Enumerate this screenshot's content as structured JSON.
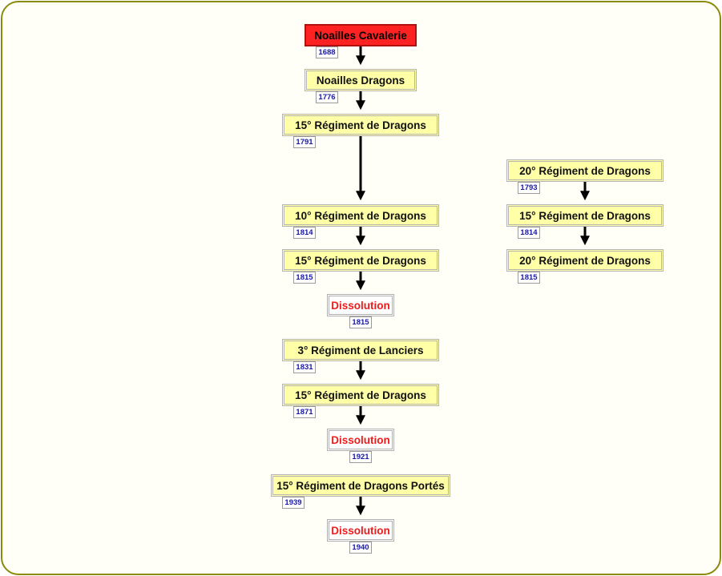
{
  "nodes": [
    {
      "id": "n1",
      "label": "Noailles Cavalerie",
      "year": "1688",
      "style": "red"
    },
    {
      "id": "n2",
      "label": "Noailles Dragons",
      "year": "1776",
      "style": "normal"
    },
    {
      "id": "n3",
      "label": "15° Régiment de Dragons",
      "year": "1791",
      "style": "normal"
    },
    {
      "id": "n4",
      "label": "10° Régiment de Dragons",
      "year": "1814",
      "style": "normal"
    },
    {
      "id": "n5",
      "label": "15° Régiment de Dragons",
      "year": "1815",
      "style": "normal"
    },
    {
      "id": "n6",
      "label": "Dissolution",
      "year": "1815",
      "style": "dissolution"
    },
    {
      "id": "n7",
      "label": "3° Régiment de Lanciers",
      "year": "1831",
      "style": "normal"
    },
    {
      "id": "n8",
      "label": "15° Régiment de Dragons",
      "year": "1871",
      "style": "normal"
    },
    {
      "id": "n9",
      "label": "Dissolution",
      "year": "1921",
      "style": "dissolution"
    },
    {
      "id": "n10",
      "label": "15° Régiment de Dragons Portés",
      "year": "1939",
      "style": "normal"
    },
    {
      "id": "n11",
      "label": "Dissolution",
      "year": "1940",
      "style": "dissolution"
    },
    {
      "id": "r1",
      "label": "20° Régiment de Dragons",
      "year": "1793",
      "style": "normal"
    },
    {
      "id": "r2",
      "label": "15° Régiment de Dragons",
      "year": "1814",
      "style": "normal"
    },
    {
      "id": "r3",
      "label": "20° Régiment de Dragons",
      "year": "1815",
      "style": "normal"
    }
  ],
  "edges": [
    [
      "n1",
      "n2"
    ],
    [
      "n2",
      "n3"
    ],
    [
      "n3",
      "n4"
    ],
    [
      "n4",
      "n5"
    ],
    [
      "n5",
      "n6"
    ],
    [
      "n7",
      "n8"
    ],
    [
      "n8",
      "n9"
    ],
    [
      "n10",
      "n11"
    ],
    [
      "r1",
      "r2"
    ],
    [
      "r2",
      "r3"
    ]
  ]
}
